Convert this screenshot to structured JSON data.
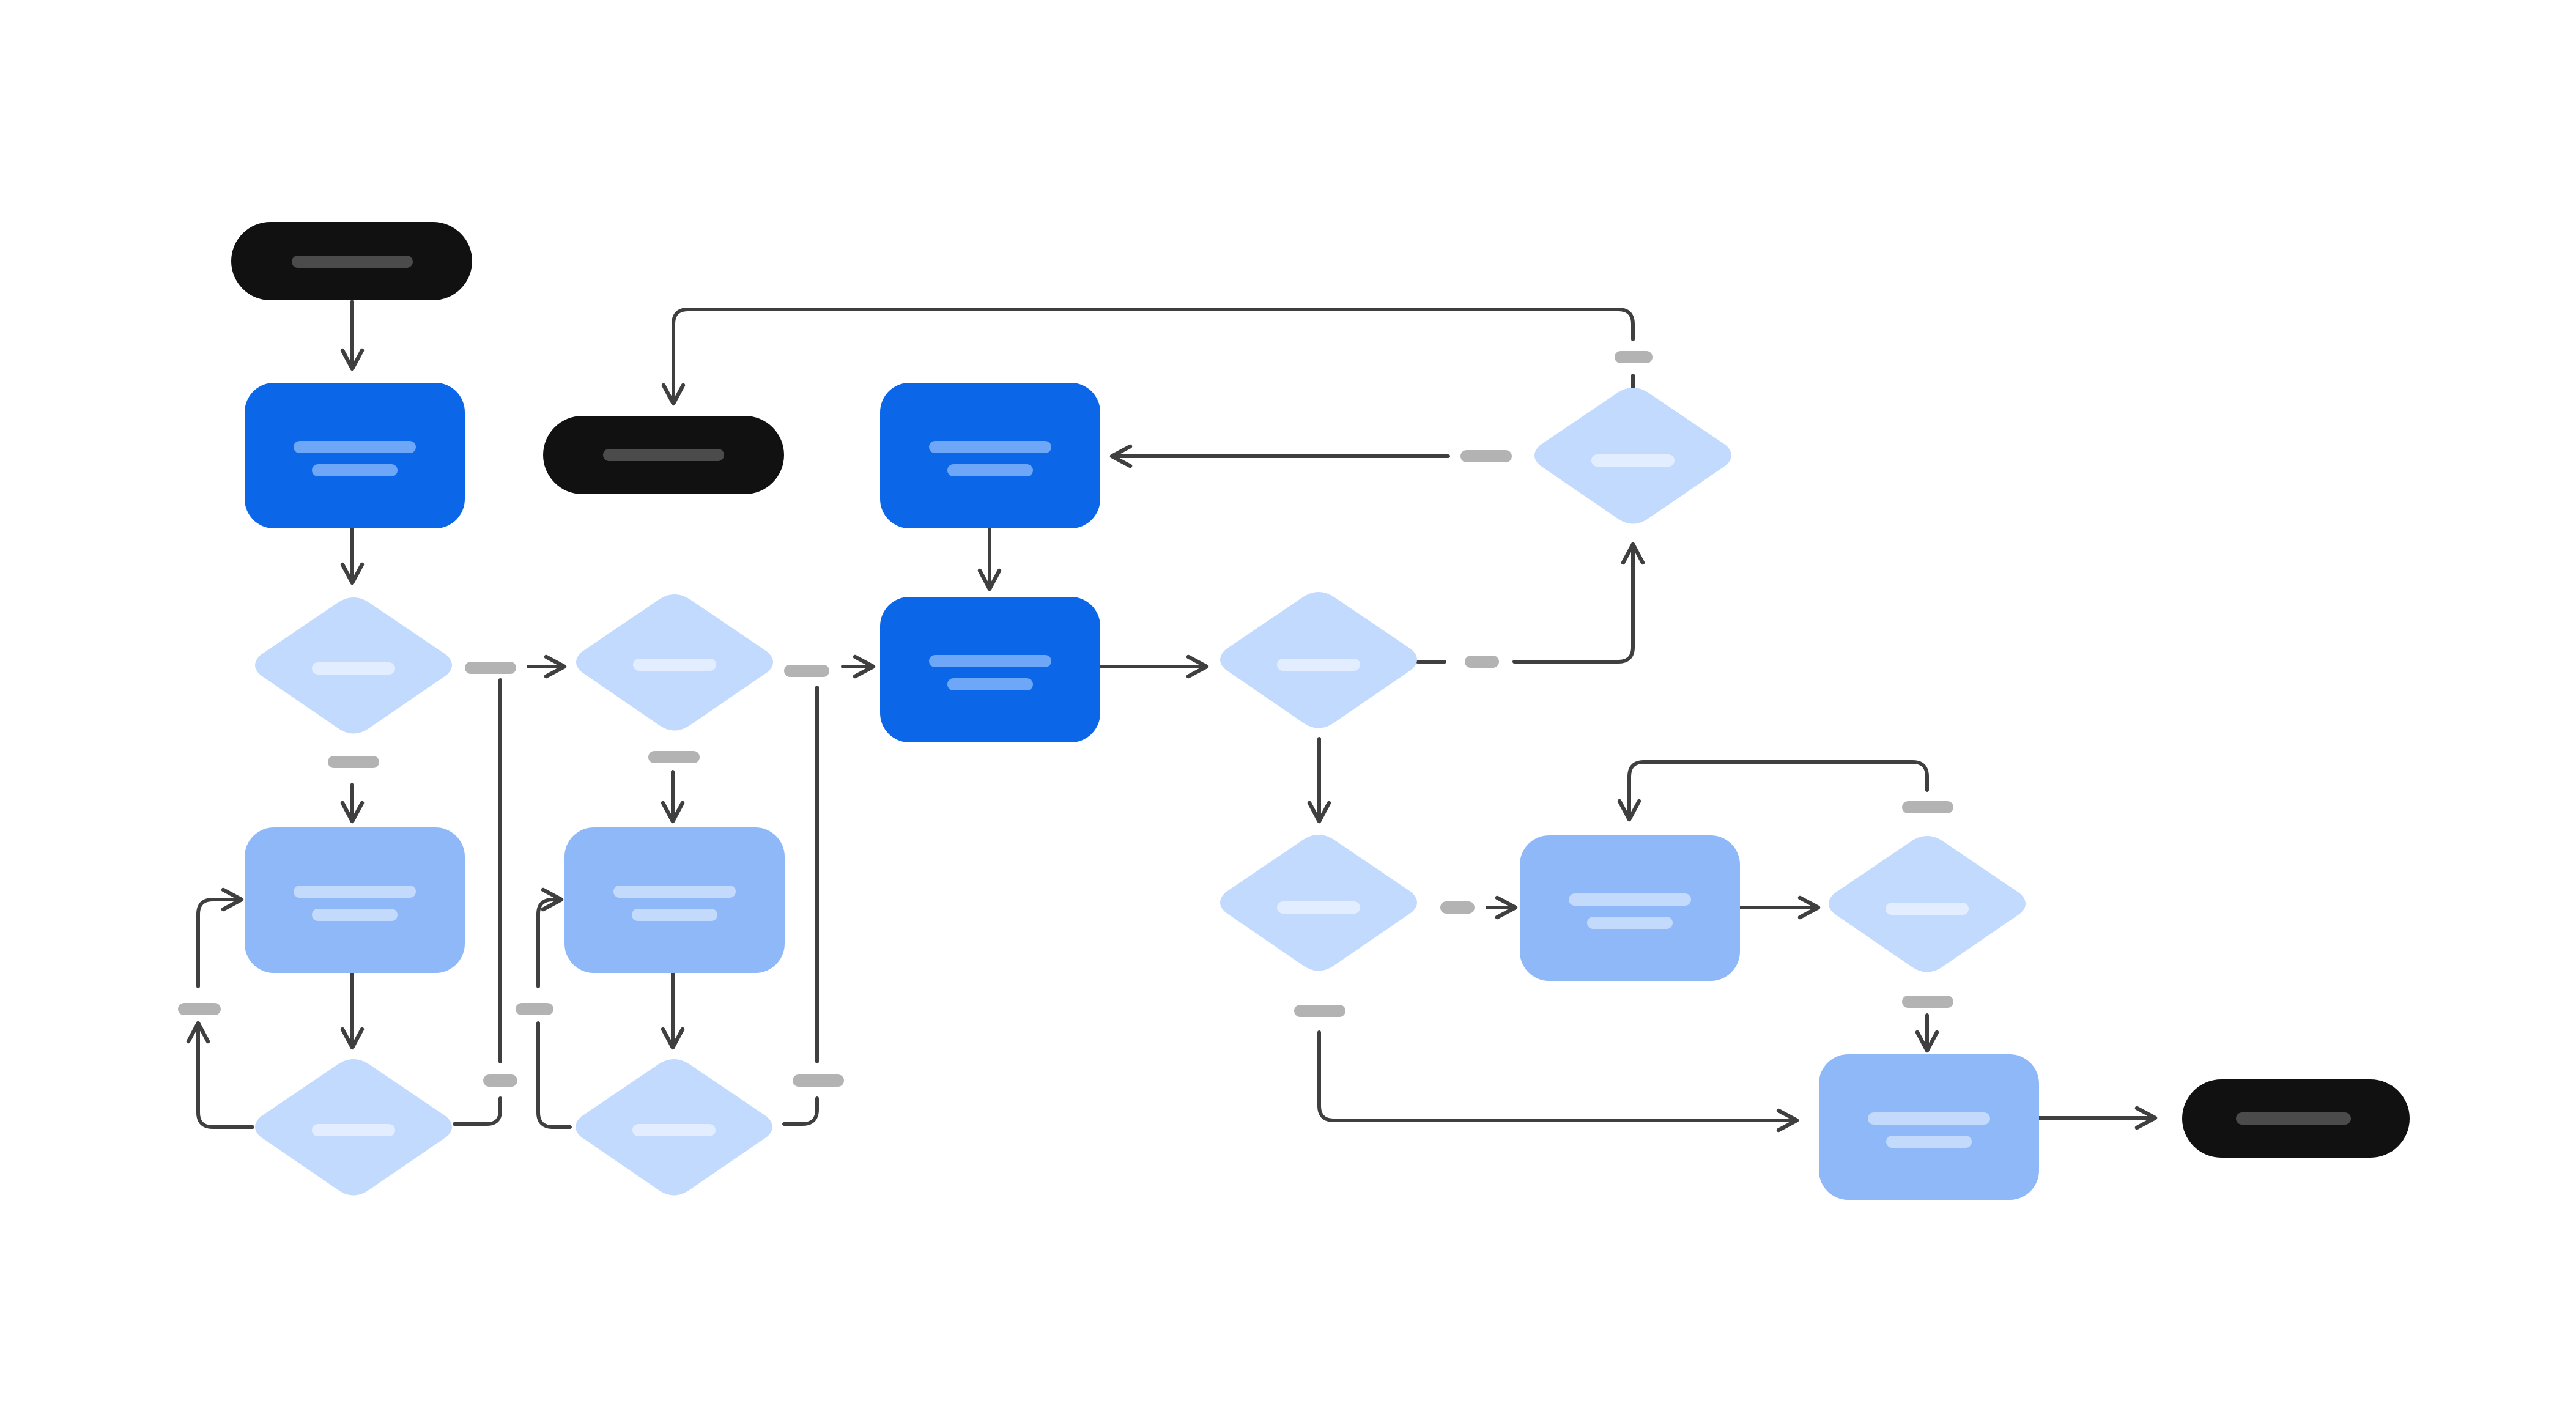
{
  "colors": {
    "background": "#ffffff",
    "terminal": "#111111",
    "terminal_bar": "#4b4b4b",
    "process_primary": "#0b66e8",
    "process_primary_bar": "#6ea7f7",
    "process_secondary": "#8fb8f8",
    "process_secondary_bar": "#c3dafd",
    "decision": "#c2dafe",
    "decision_bar": "#e2eeff",
    "connector": "#3f3f3f",
    "label_placeholder": "#b3b3b3"
  },
  "terminals": [
    {
      "id": "t-start"
    },
    {
      "id": "t-end-loop"
    },
    {
      "id": "t-end-final"
    }
  ],
  "processes": [
    {
      "id": "p1",
      "style": "primary"
    },
    {
      "id": "p2",
      "style": "primary"
    },
    {
      "id": "p3",
      "style": "primary"
    },
    {
      "id": "p4",
      "style": "secondary"
    },
    {
      "id": "p5",
      "style": "secondary"
    },
    {
      "id": "p6",
      "style": "secondary"
    },
    {
      "id": "p7",
      "style": "secondary"
    }
  ],
  "decisions": [
    {
      "id": "d1"
    },
    {
      "id": "d2"
    },
    {
      "id": "d3"
    },
    {
      "id": "d4"
    },
    {
      "id": "d5"
    },
    {
      "id": "d6"
    },
    {
      "id": "d7"
    },
    {
      "id": "d8"
    }
  ],
  "edges": [
    {
      "from": "t-start",
      "to": "p1"
    },
    {
      "from": "p1",
      "to": "d1"
    },
    {
      "from": "d1",
      "to": "p4"
    },
    {
      "from": "d1",
      "to": "d2"
    },
    {
      "from": "p4",
      "to": "d3"
    },
    {
      "from": "d3",
      "to": "p4"
    },
    {
      "from": "d3",
      "to": "d2"
    },
    {
      "from": "d2",
      "to": "p5"
    },
    {
      "from": "d2",
      "to": "p3"
    },
    {
      "from": "p5",
      "to": "d4"
    },
    {
      "from": "d4",
      "to": "p5"
    },
    {
      "from": "d4",
      "to": "p3"
    },
    {
      "from": "p2",
      "to": "p3"
    },
    {
      "from": "p3",
      "to": "d5"
    },
    {
      "from": "d5",
      "to": "d6"
    },
    {
      "from": "d6",
      "to": "p2"
    },
    {
      "from": "d6",
      "to": "t-end-loop"
    },
    {
      "from": "d5",
      "to": "d7"
    },
    {
      "from": "d7",
      "to": "p6"
    },
    {
      "from": "p6",
      "to": "d8"
    },
    {
      "from": "d8",
      "to": "p6"
    },
    {
      "from": "d8",
      "to": "p7"
    },
    {
      "from": "d7",
      "to": "p7"
    },
    {
      "from": "p7",
      "to": "t-end-final"
    }
  ]
}
